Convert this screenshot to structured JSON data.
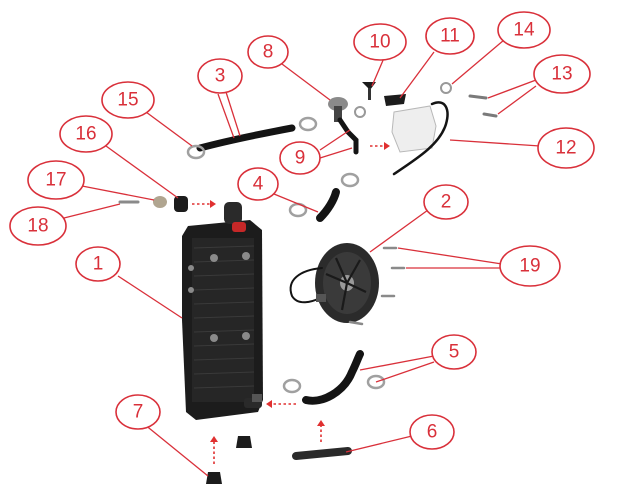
{
  "callouts": [
    {
      "id": "1",
      "label": "1"
    },
    {
      "id": "2",
      "label": "2"
    },
    {
      "id": "3",
      "label": "3"
    },
    {
      "id": "4",
      "label": "4"
    },
    {
      "id": "5",
      "label": "5"
    },
    {
      "id": "6",
      "label": "6"
    },
    {
      "id": "7",
      "label": "7"
    },
    {
      "id": "8",
      "label": "8"
    },
    {
      "id": "9",
      "label": "9"
    },
    {
      "id": "10",
      "label": "10"
    },
    {
      "id": "11",
      "label": "11"
    },
    {
      "id": "12",
      "label": "12"
    },
    {
      "id": "13",
      "label": "13"
    },
    {
      "id": "14",
      "label": "14"
    },
    {
      "id": "15",
      "label": "15"
    },
    {
      "id": "16",
      "label": "16"
    },
    {
      "id": "17",
      "label": "17"
    },
    {
      "id": "18",
      "label": "18"
    },
    {
      "id": "19",
      "label": "19"
    }
  ],
  "colors": {
    "callout": "#d9303a",
    "arrow": "#e03030",
    "part": "#1c1c1c"
  }
}
